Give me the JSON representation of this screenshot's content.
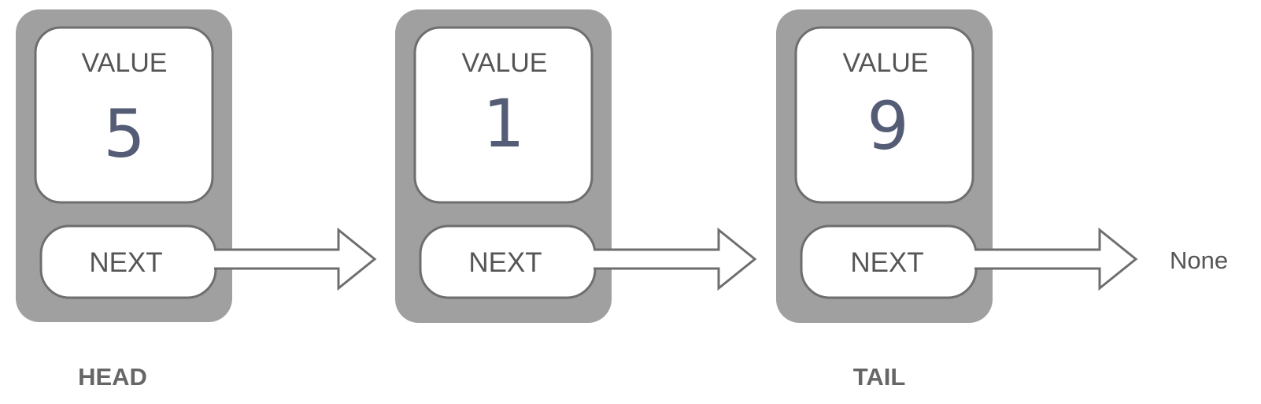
{
  "nodes": [
    {
      "value_label": "VALUE",
      "value": "5",
      "next_label": "NEXT"
    },
    {
      "value_label": "VALUE",
      "value": "1",
      "next_label": "NEXT"
    },
    {
      "value_label": "VALUE",
      "value": "9",
      "next_label": "NEXT"
    }
  ],
  "terminal": "None",
  "head_label": "HEAD",
  "tail_label": "TAIL",
  "colors": {
    "node_fill": "#a0a0a0",
    "box_stroke": "#6e6e6e",
    "value_text": "#545d75",
    "label_text": "#555555"
  }
}
